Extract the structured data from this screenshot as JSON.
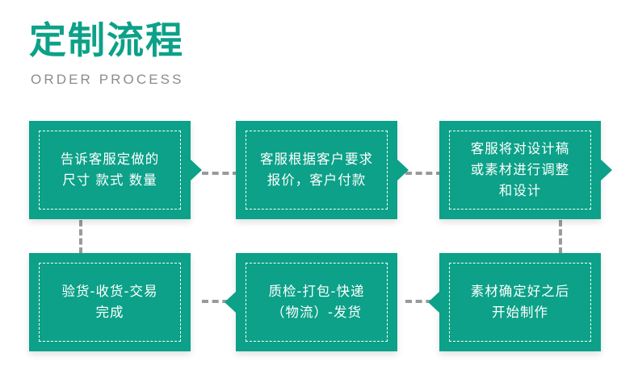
{
  "header": {
    "title": "定制流程",
    "subtitle": "ORDER PROCESS"
  },
  "colors": {
    "teal": "#0CA188",
    "subtitle_gray": "#8c8c8c",
    "connector_gray": "#9a9a9a",
    "box_text": "#ffffff",
    "background": "#ffffff"
  },
  "flow": {
    "steps": [
      {
        "id": "step-1",
        "text": "告诉客服定做的\n尺寸 款式 数量",
        "arrow": "right"
      },
      {
        "id": "step-2",
        "text": "客服根据客户要求\n报价，客户付款",
        "arrow": "right"
      },
      {
        "id": "step-3",
        "text": "客服将对设计稿\n或素材进行调整\n和设计",
        "arrow": "right"
      },
      {
        "id": "step-4",
        "text": "验货-收货-交易\n完成",
        "arrow": "none"
      },
      {
        "id": "step-5",
        "text": "质检-打包-快递\n（物流）-发货",
        "arrow": "left"
      },
      {
        "id": "step-6",
        "text": "素材确定好之后\n开始制作",
        "arrow": "left"
      }
    ]
  }
}
